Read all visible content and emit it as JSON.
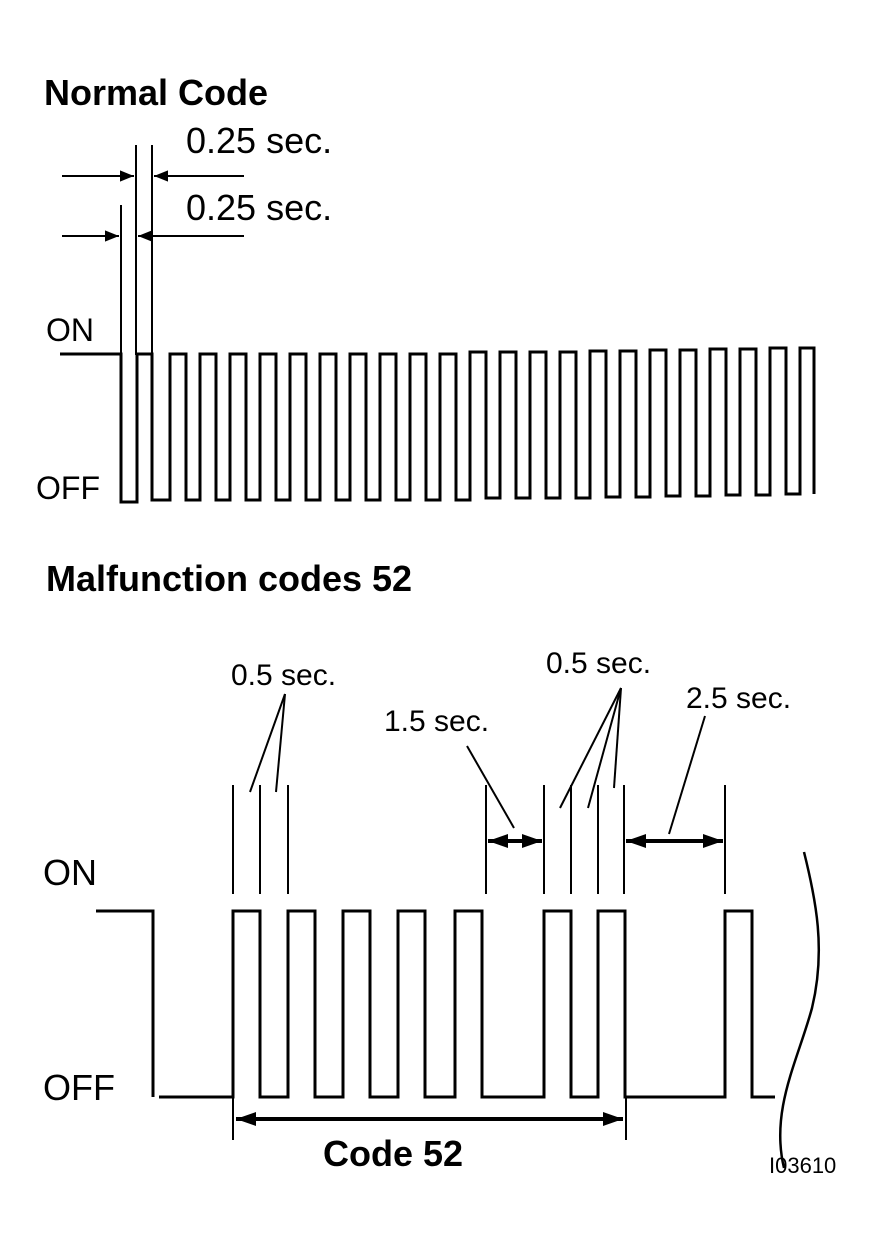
{
  "normal": {
    "title": "Normal Code",
    "dim_on": "0.25 sec.",
    "dim_off": "0.25 sec.",
    "on_label": "ON",
    "off_label": "OFF"
  },
  "malfunction": {
    "title": "Malfunction codes 52",
    "on_label": "ON",
    "off_label": "OFF",
    "callout_a": "0.5 sec.",
    "callout_b": "1.5 sec.",
    "callout_c": "0.5 sec.",
    "callout_d": "2.5 sec.",
    "code_label": "Code 52"
  },
  "figure_id": "I03610"
}
